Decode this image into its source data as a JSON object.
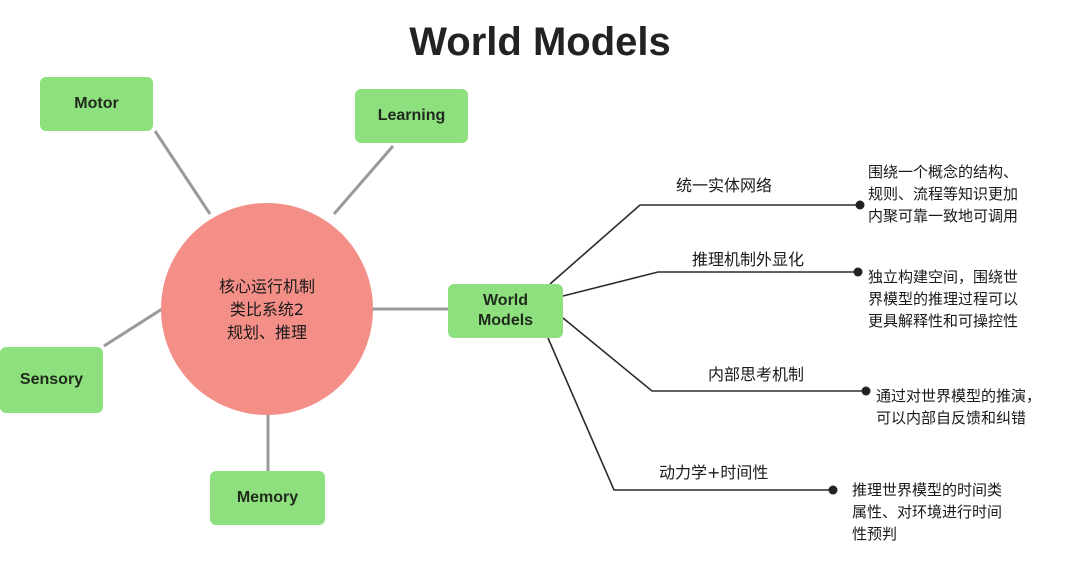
{
  "title": "World Models",
  "nodes": {
    "motor": "Motor",
    "learning": "Learning",
    "sensory": "Sensory",
    "memory": "Memory",
    "world_models": [
      "World",
      "Models"
    ]
  },
  "core": [
    "核心运行机制",
    "类比系统2",
    "规划、推理"
  ],
  "branches": [
    {
      "label": "统一实体网络",
      "description": [
        "围绕一个概念的结构、",
        "规则、流程等知识更加",
        "内聚可靠一致地可调用"
      ]
    },
    {
      "label": "推理机制外显化",
      "description": [
        "独立构建空间，围绕世",
        "界模型的推理过程可以",
        "更具解释性和可操控性"
      ]
    },
    {
      "label": "内部思考机制",
      "description": [
        "通过对世界模型的推演，",
        "可以内部自反馈和纠错"
      ]
    },
    {
      "label": "动力学+时间性",
      "description": [
        "推理世界模型的时间类",
        "属性、对环境进行时间",
        "性预判"
      ]
    }
  ],
  "colors": {
    "node_fill": "#8ee07f",
    "core_fill": "#f48f88",
    "spoke_line": "#9a9a9a",
    "branch_line": "#2b2b2b"
  }
}
